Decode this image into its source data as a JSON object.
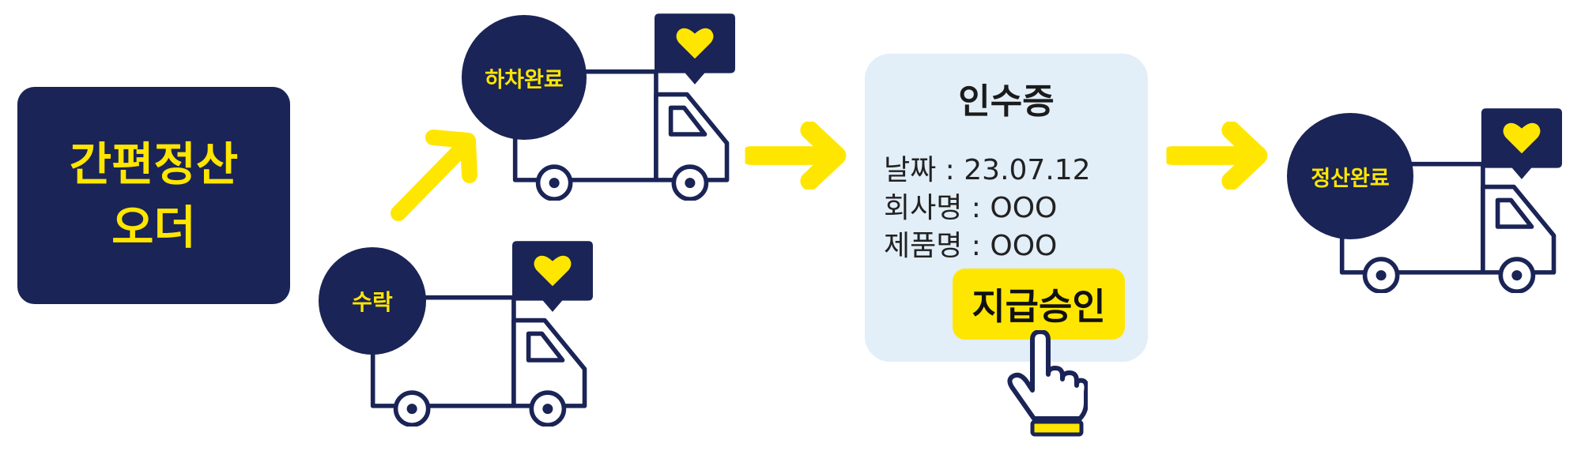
{
  "title_box": {
    "line1": "간편정산",
    "line2": "오더"
  },
  "steps": {
    "accept": "수락",
    "unload_complete": "하차완료",
    "settle_complete": "정산완료"
  },
  "receipt": {
    "title": "인수증",
    "date": "날짜 : 23.07.12",
    "company": "회사명 : OOO",
    "product": "제품명 : OOO",
    "approve_button": "지급승인"
  },
  "colors": {
    "navy": "#1a2456",
    "yellow": "#ffe600",
    "receipt_bg": "#e2eef8"
  }
}
